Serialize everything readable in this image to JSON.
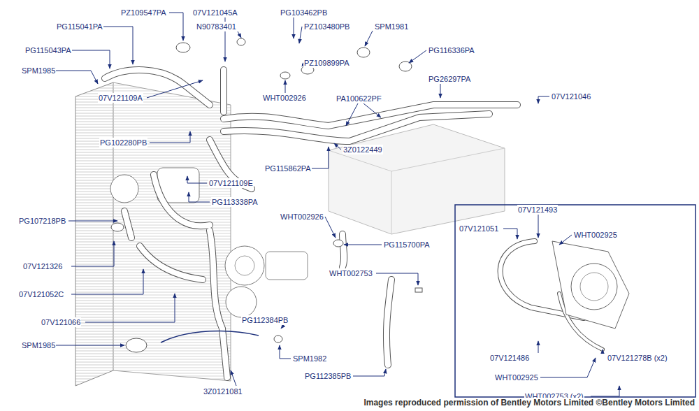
{
  "diagram": {
    "caption": "Images reproduced permission of Bentley Motors Limited ©Bentley Motors Limited",
    "labels": [
      "PZ109547PA",
      "07V121045A",
      "PG103462PB",
      "PG115041PA",
      "N90783401",
      "PZ103480PB",
      "SPM1981",
      "PG115043PA",
      "PG116336PA",
      "SPM1985",
      "PZ109899PA",
      "PG26297PA",
      "07V121046",
      "07V121109A",
      "WHT002926",
      "PA100622PF",
      "PG102280PB",
      "3Z0122449",
      "PG115862PA",
      "07V121109E",
      "PG113338PA",
      "07V121493",
      "WHT002926",
      "07V121051",
      "WHT002925",
      "PG107218PB",
      "PG115700PA",
      "07V121326",
      "WHT002753",
      "07V121052C",
      "PG112384PB",
      "07V121066",
      "07V121486",
      "WHT002925",
      "07V121278B (x2)",
      "SPM1985",
      "SPM1982",
      "WHT002753 (x2)",
      "3Z0121081",
      "PG112385PB"
    ]
  }
}
